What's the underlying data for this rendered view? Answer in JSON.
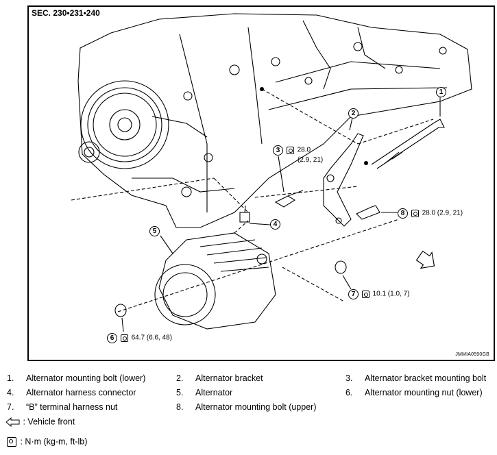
{
  "section_label": "SEC. 230•231•240",
  "figure_id": "JMMIA0590GB",
  "callouts": {
    "c1": {
      "num": "1"
    },
    "c2": {
      "num": "2"
    },
    "c3": {
      "num": "3",
      "torque": "28.0",
      "torque2": "(2.9, 21)"
    },
    "c4": {
      "num": "4"
    },
    "c5": {
      "num": "5"
    },
    "c6": {
      "num": "6",
      "torque": "64.7 (6.6, 48)"
    },
    "c7": {
      "num": "7",
      "torque": "10.1 (1.0, 7)"
    },
    "c8": {
      "num": "8",
      "torque": "28.0 (2.9, 21)"
    }
  },
  "legend": {
    "items": [
      {
        "num": "1.",
        "text": "Alternator mounting bolt (lower)"
      },
      {
        "num": "2.",
        "text": "Alternator bracket"
      },
      {
        "num": "3.",
        "text": "Alternator bracket mounting bolt"
      },
      {
        "num": "4.",
        "text": "Alternator harness connector"
      },
      {
        "num": "5.",
        "text": "Alternator"
      },
      {
        "num": "6.",
        "text": "Alternator mounting nut (lower)"
      },
      {
        "num": "7.",
        "text": "“B” terminal harness nut"
      },
      {
        "num": "8.",
        "text": "Alternator mounting bolt (upper)"
      }
    ],
    "vehicle_front": ": Vehicle front",
    "torque_unit": ": N·m (kg-m, ft-lb)"
  },
  "icons": {
    "vehicle_front": "hollow-left-arrow-icon",
    "torque": "torque-wrench-icon",
    "front_direction": "direction-arrow-icon"
  }
}
